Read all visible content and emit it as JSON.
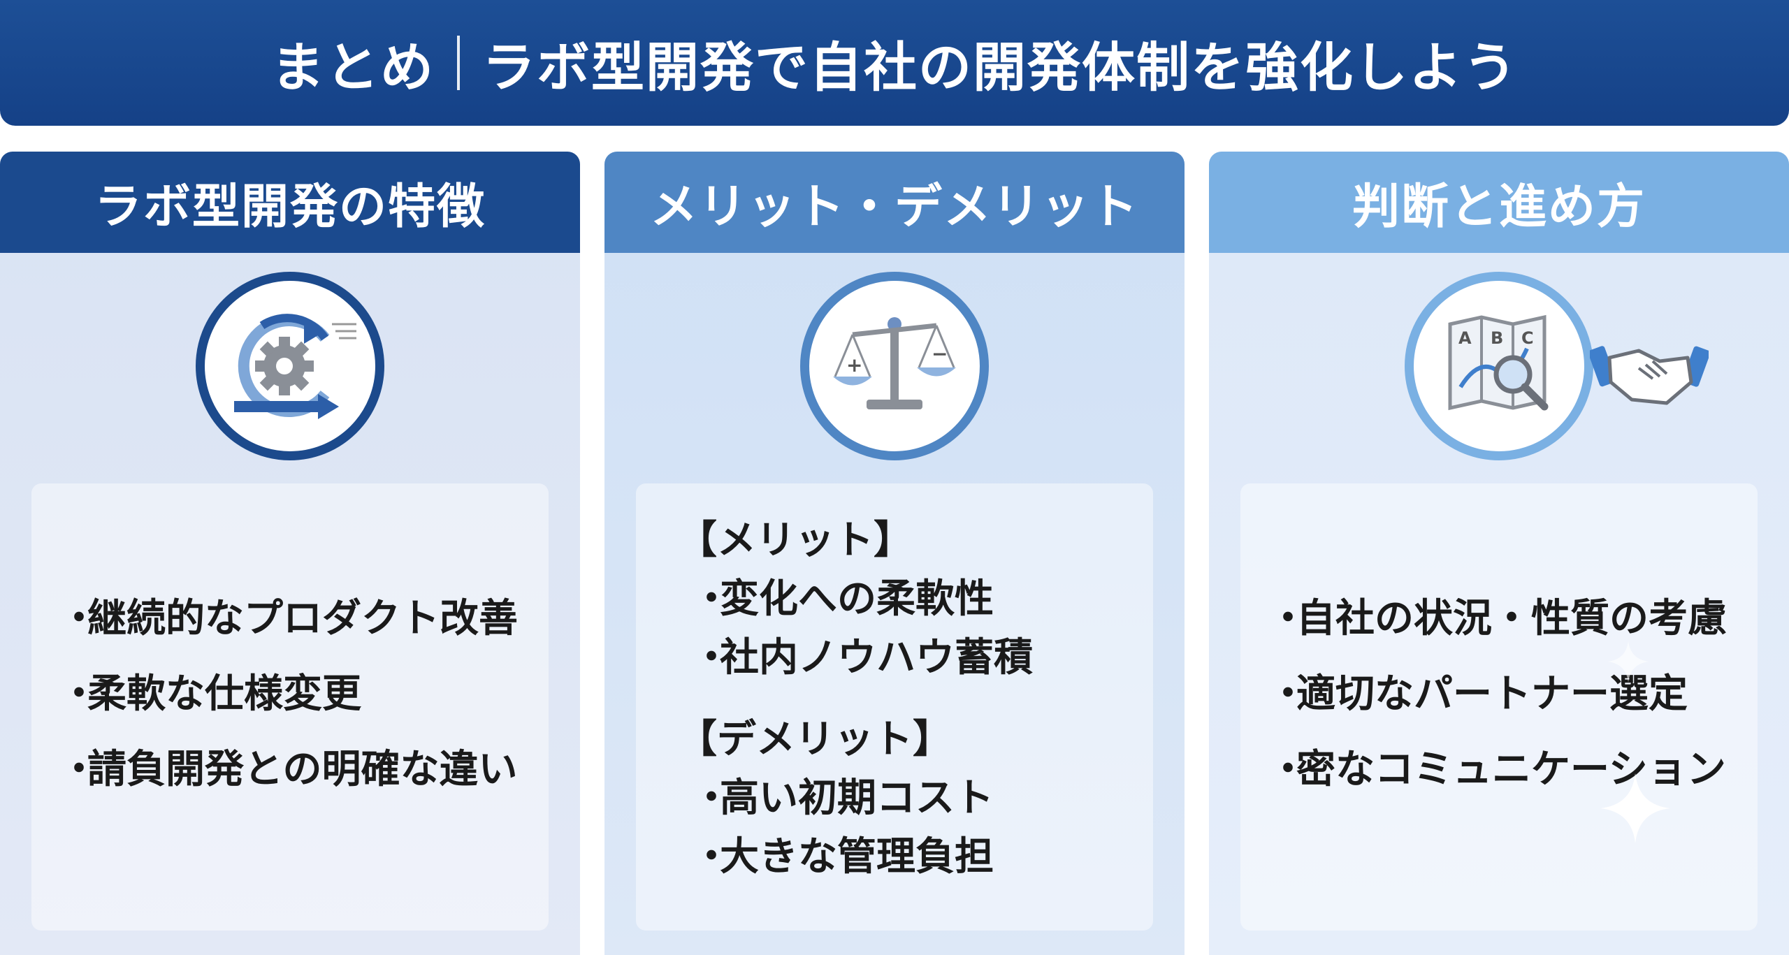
{
  "title": {
    "prefix": "まとめ",
    "main": "ラボ型開発で自社の開発体制を強化しよう"
  },
  "columns": [
    {
      "heading": "ラボ型開発の特徴",
      "icon": "gear-cycle-icon",
      "items": [
        "継続的なプロダクト改善",
        "柔軟な仕様変更",
        "請負開発との明確な違い"
      ]
    },
    {
      "heading": "メリット・デメリット",
      "icon": "balance-scale-icon",
      "merit_head": "【メリット】",
      "merits": [
        "変化への柔軟性",
        "社内ノウハウ蓄積"
      ],
      "demerit_head": "【デメリット】",
      "demerits": [
        "高い初期コスト",
        "大きな管理負担"
      ]
    },
    {
      "heading": "判断と進め方",
      "icon": "map-search-icon",
      "icon2": "handshake-icon",
      "map_letters": [
        "A",
        "B",
        "C"
      ],
      "items": [
        "自社の状況・性質の考慮",
        "適切なパートナー選定",
        "密なコミュニケーション"
      ]
    }
  ],
  "bullet": "・",
  "colors": {
    "navy": "#1b4a8e",
    "mid": "#4f86c4",
    "light": "#7ab0e3"
  }
}
